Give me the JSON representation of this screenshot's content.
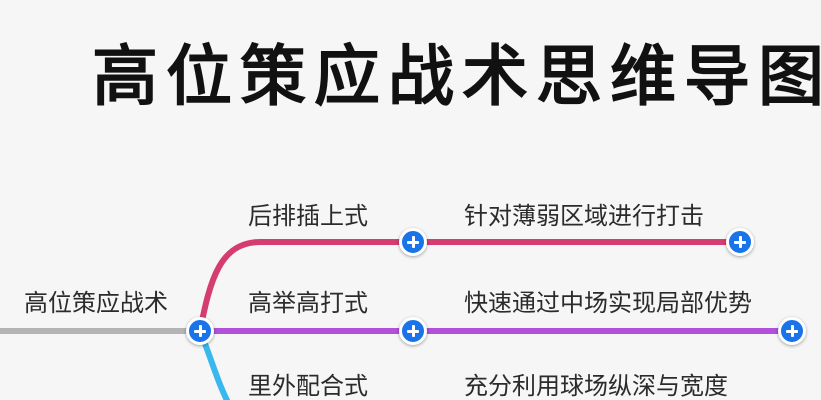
{
  "title": "高位策应战术思维导图",
  "colors": {
    "root_line": "#b4b4b4",
    "branch_1": "#d43d6e",
    "branch_2": "#b150d8",
    "branch_3": "#38b8ee",
    "node_button": "#1a73e8"
  },
  "root": {
    "label": "高位策应战术"
  },
  "branches": [
    {
      "label": "后排插上式",
      "child": "针对薄弱区域进行打击"
    },
    {
      "label": "高举高打式",
      "child": "快速通过中场实现局部优势"
    },
    {
      "label": "里外配合式",
      "child": "充分利用球场纵深与宽度"
    }
  ],
  "icons": {
    "expand": "plus-icon"
  }
}
